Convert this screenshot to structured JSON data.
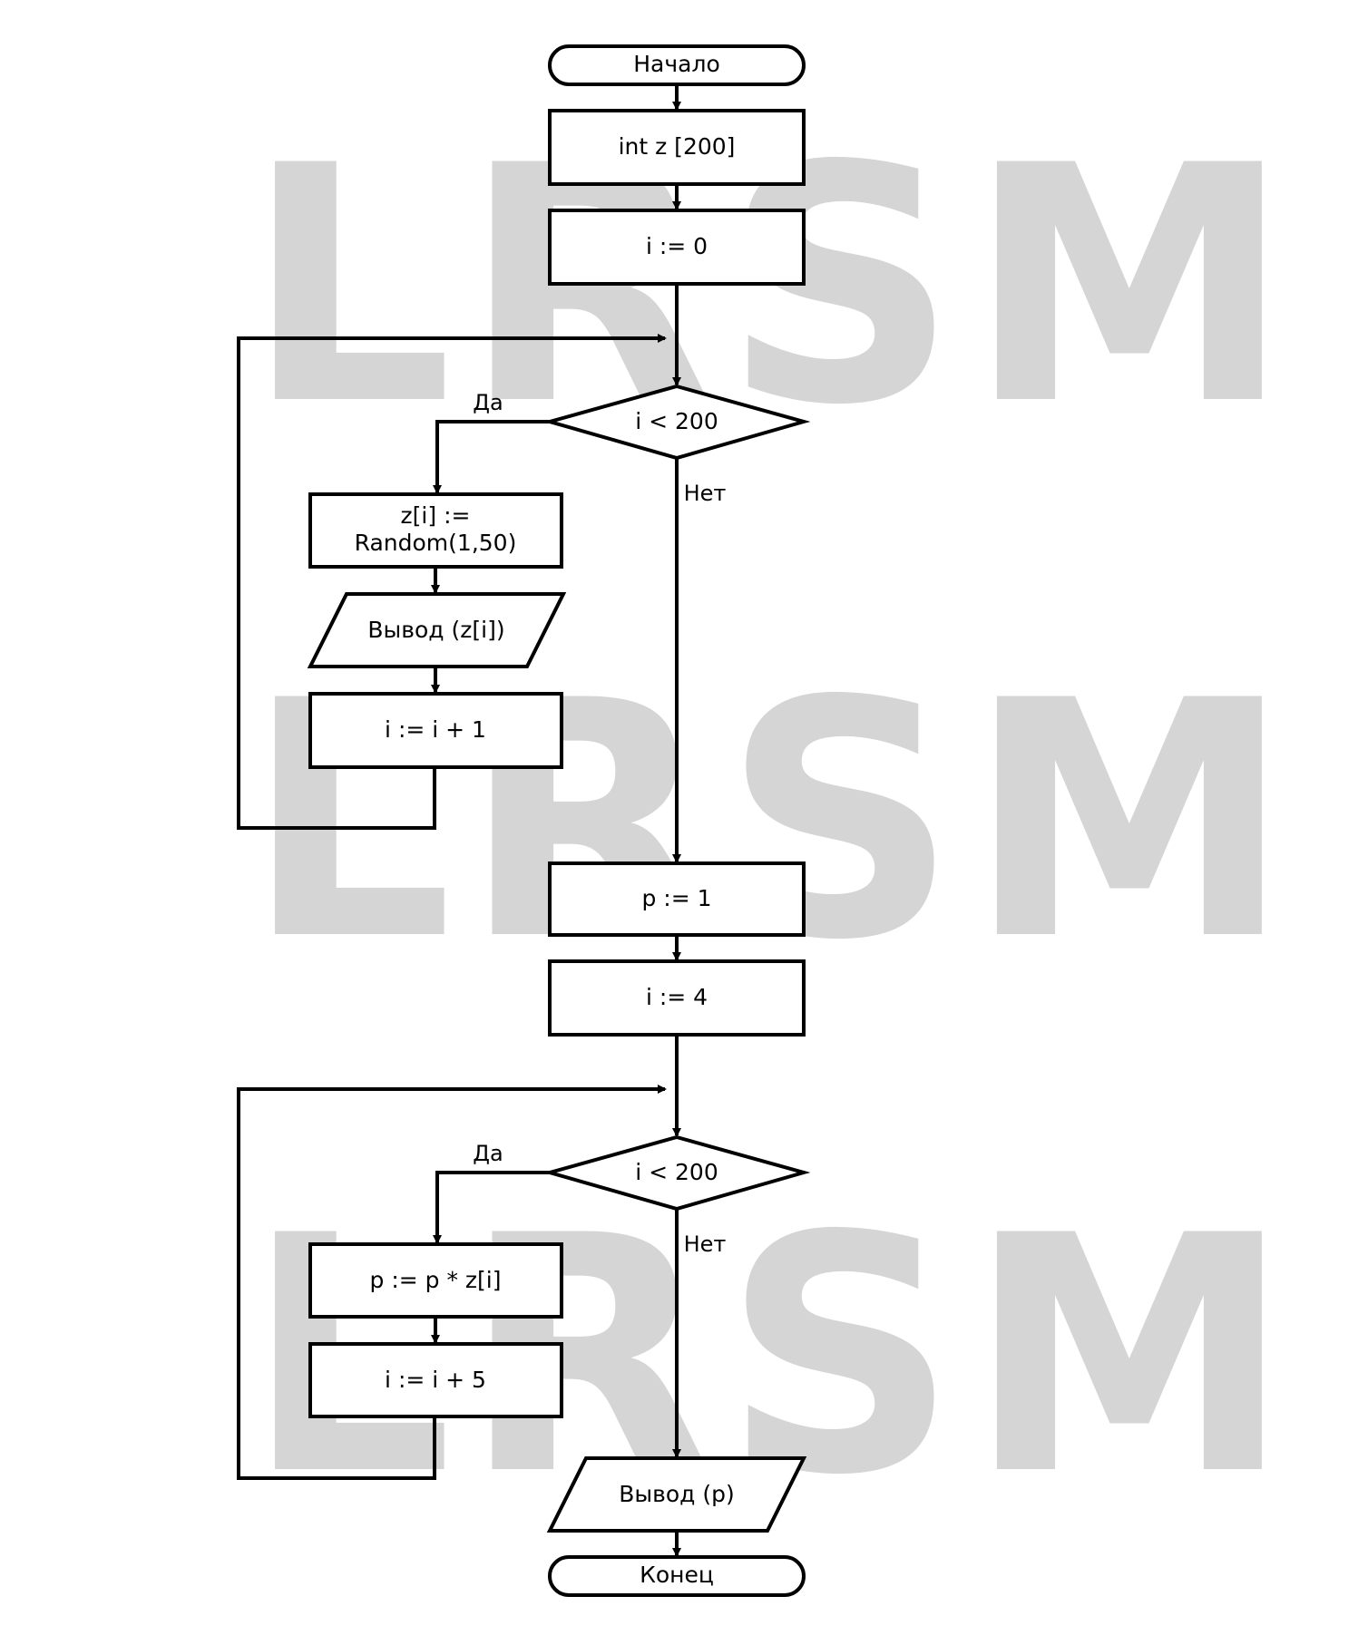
{
  "watermark": {
    "text": "LRSM"
  },
  "nodes": {
    "start": "Начало",
    "declare": "int z [200]",
    "init_i": "i := 0",
    "cond1": "i < 200",
    "assign_line1": "z[i] :=",
    "assign_line2": "Random(1,50)",
    "output_zi": "Вывод (z[i])",
    "inc1": "i := i + 1",
    "init_p": "p := 1",
    "init_i4": "i := 4",
    "cond2": "i < 200",
    "mult": "p := p * z[i]",
    "inc5": "i := i + 5",
    "output_p": "Вывод (p)",
    "end": "Конец"
  },
  "edge_labels": {
    "cond1_yes": "Да",
    "cond1_no": "Нет",
    "cond2_yes": "Да",
    "cond2_no": "Нет"
  },
  "colors": {
    "stroke": "#000000",
    "fill": "#ffffff",
    "watermark": "#c8c8c8"
  }
}
